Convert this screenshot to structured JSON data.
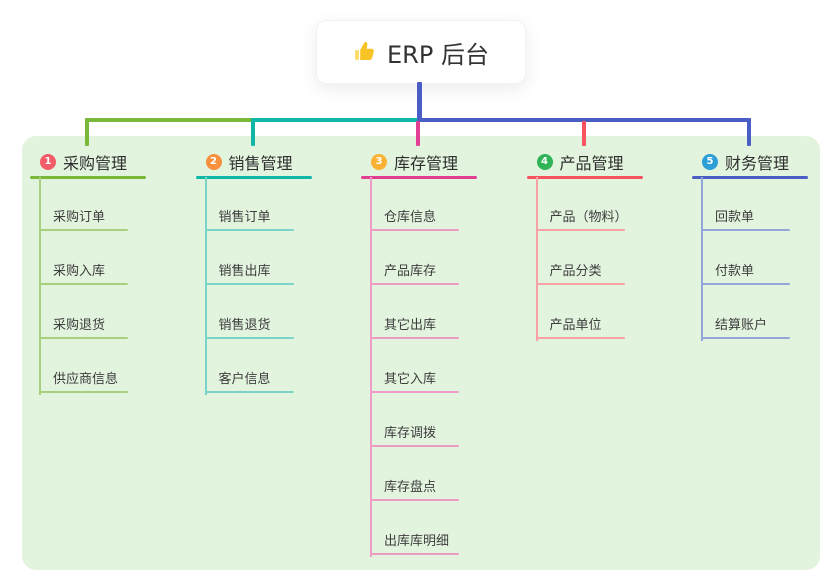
{
  "root": {
    "icon": "thumbs-up",
    "label": "ERP 后台"
  },
  "branches": [
    {
      "index": "1",
      "label": "采购管理",
      "badge_color": "#f25c68",
      "line_color": "#7bb83a",
      "light_color": "#a8d07c",
      "children": [
        "采购订单",
        "采购入库",
        "采购退货",
        "供应商信息"
      ]
    },
    {
      "index": "2",
      "label": "销售管理",
      "badge_color": "#f7913d",
      "line_color": "#10b7a7",
      "light_color": "#7ad4c9",
      "children": [
        "销售订单",
        "销售出库",
        "销售退货",
        "客户信息"
      ]
    },
    {
      "index": "3",
      "label": "库存管理",
      "badge_color": "#f9b233",
      "line_color": "#e23f94",
      "light_color": "#ee9cc6",
      "children": [
        "仓库信息",
        "产品库存",
        "其它出库",
        "其它入库",
        "库存调拨",
        "库存盘点",
        "出库库明细"
      ]
    },
    {
      "index": "4",
      "label": "产品管理",
      "badge_color": "#2fb457",
      "line_color": "#f8535e",
      "light_color": "#f9a1a6",
      "children": [
        "产品（物料）",
        "产品分类",
        "产品单位"
      ]
    },
    {
      "index": "5",
      "label": "财务管理",
      "badge_color": "#2d9fd6",
      "line_color": "#4a5ec5",
      "light_color": "#93a6d8",
      "children": [
        "回款单",
        "付款单",
        "结算账户"
      ]
    }
  ],
  "colors": {
    "panel_bg": "#e3f4de",
    "root_stem": "#4a5ec5",
    "canvas_bg": "#ffffff",
    "text": "#333333"
  }
}
